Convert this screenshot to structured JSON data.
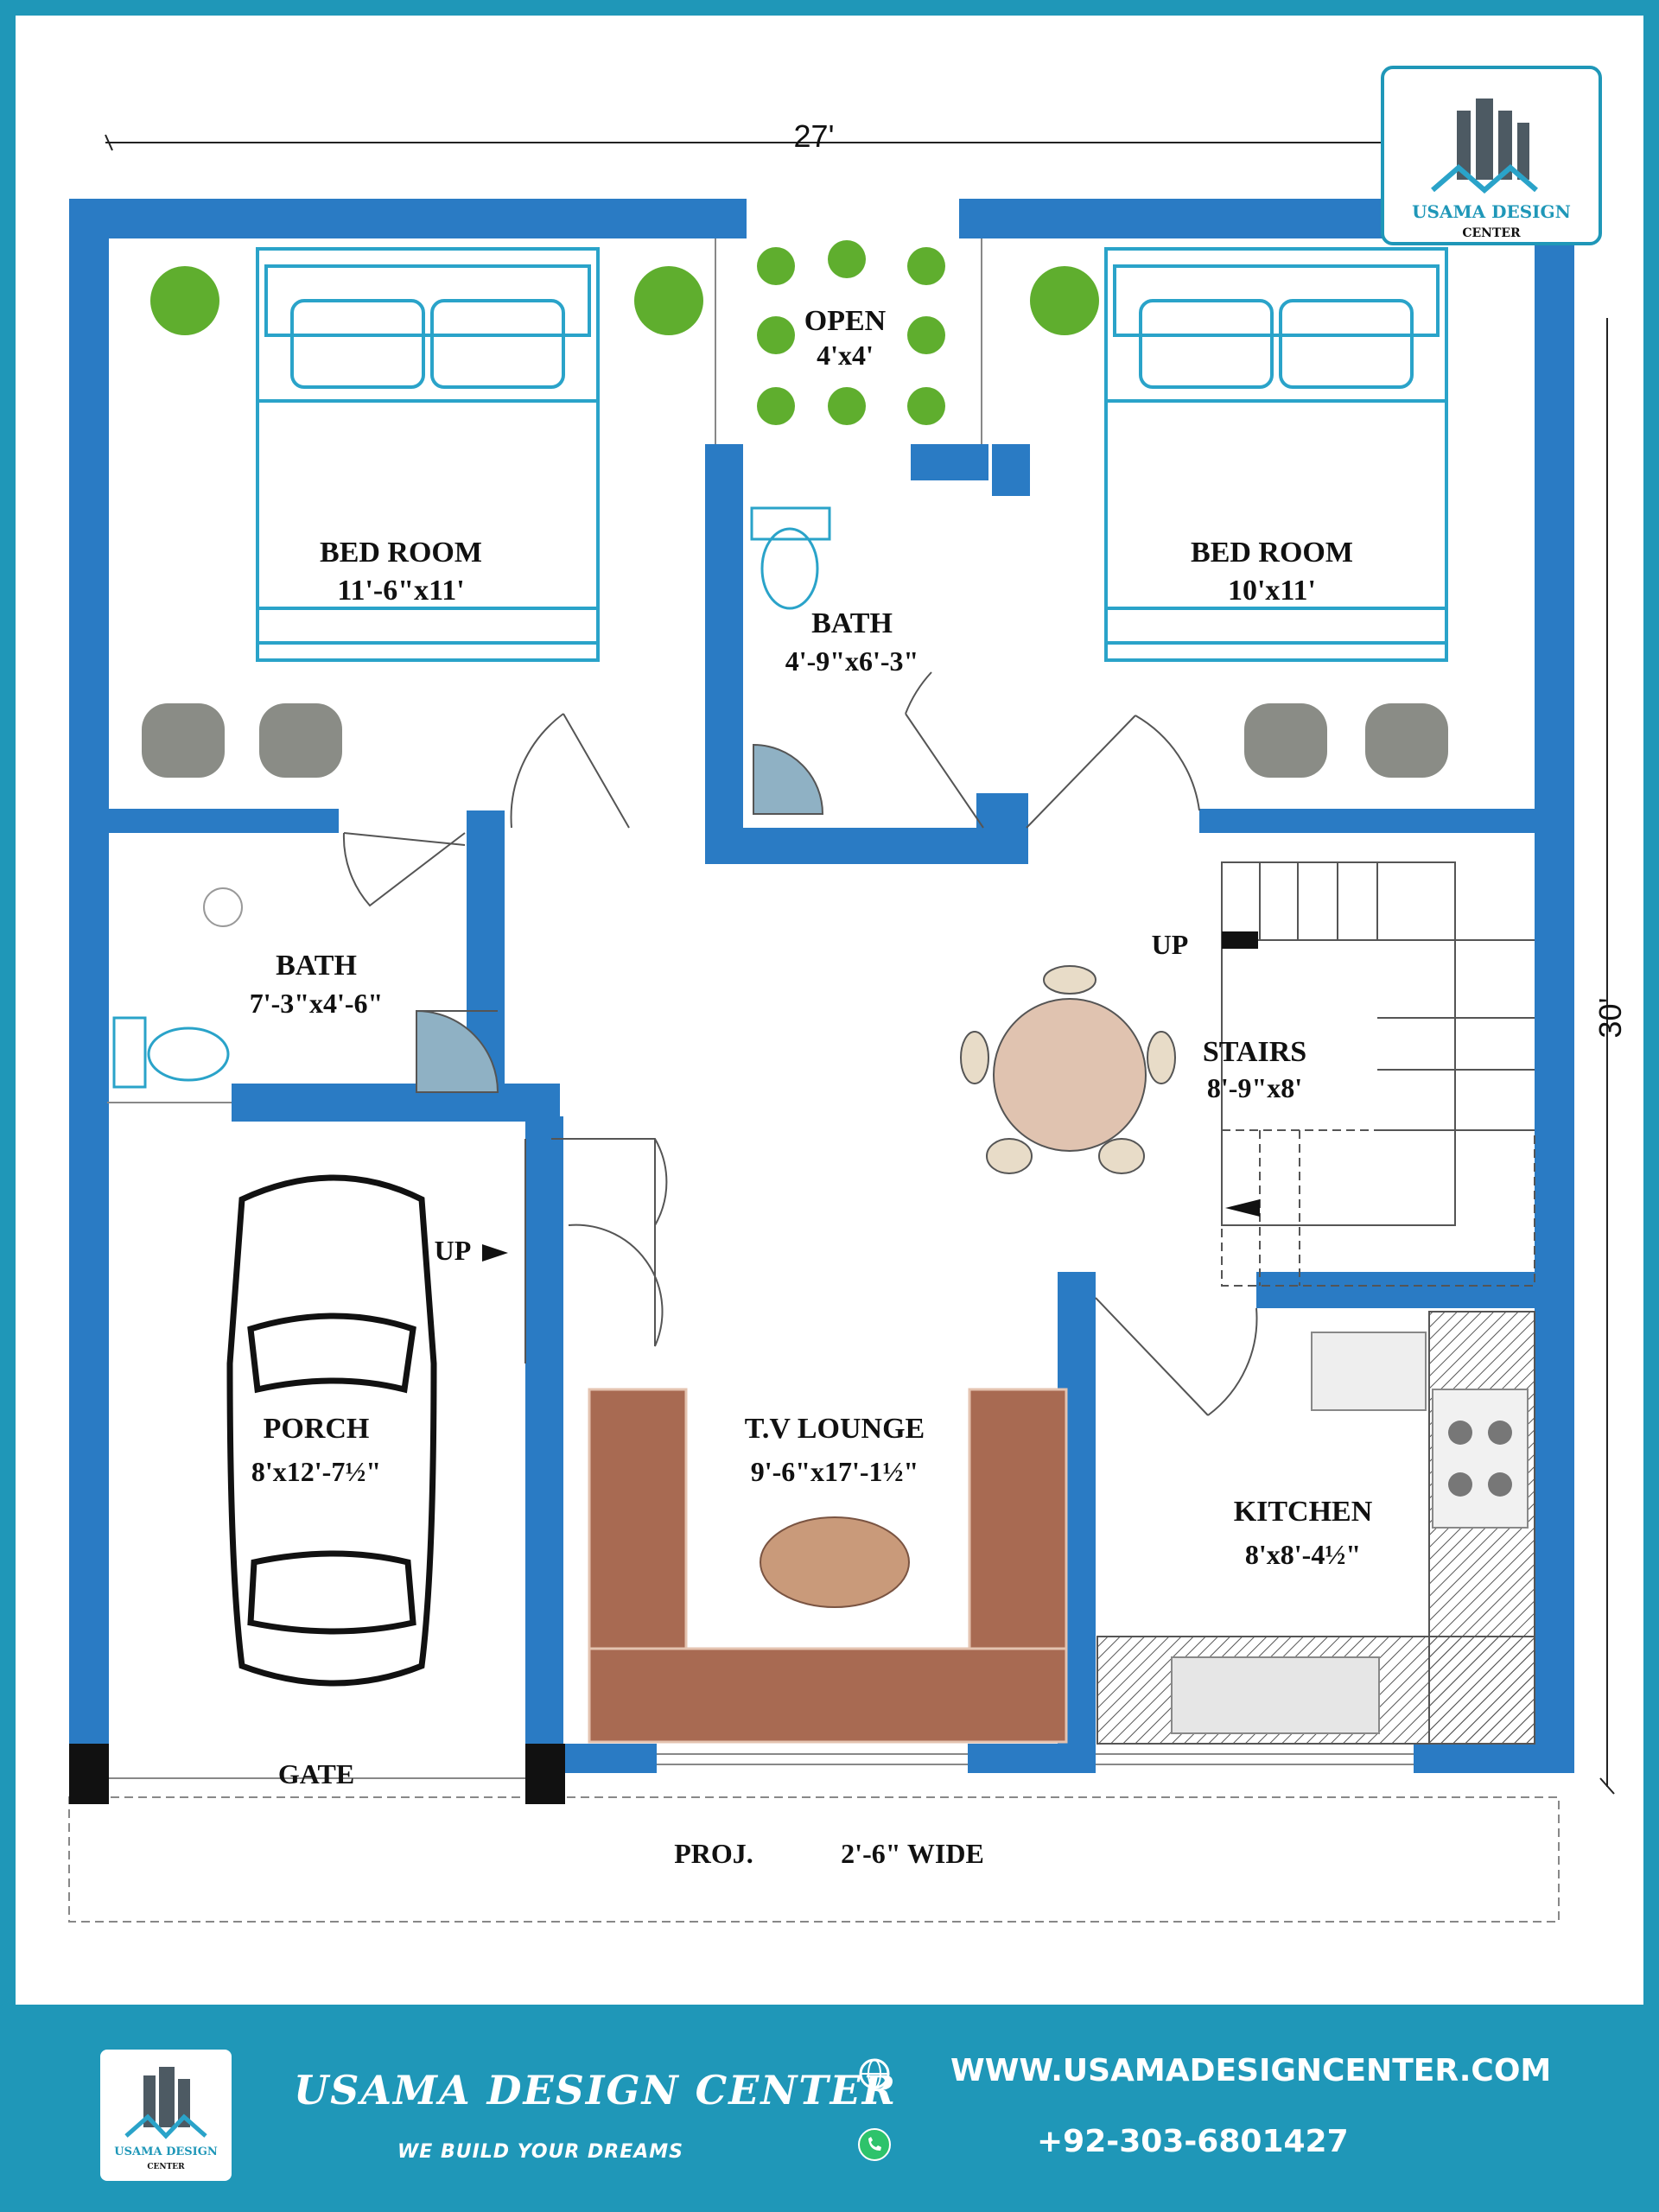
{
  "dimensions": {
    "width": "27'",
    "height": "30'"
  },
  "rooms": {
    "bed_left": {
      "name": "BED ROOM",
      "size": "11'-6\"x11'"
    },
    "bed_right": {
      "name": "BED ROOM",
      "size": "10'x11'"
    },
    "open": {
      "name": "OPEN",
      "size": "4'x4'"
    },
    "bath_center": {
      "name": "BATH",
      "size": "4'-9\"x6'-3\""
    },
    "bath_left": {
      "name": "BATH",
      "size": "7'-3\"x4'-6\""
    },
    "stairs": {
      "name": "STAIRS",
      "size": "8'-9\"x8'"
    },
    "porch": {
      "name": "PORCH",
      "size": "8'x12'-7½\""
    },
    "tv_lounge": {
      "name": "T.V LOUNGE",
      "size": "9'-6\"x17'-1½\""
    },
    "kitchen": {
      "name": "KITCHEN",
      "size": "8'x8'-4½\""
    }
  },
  "labels": {
    "up_stairs": "UP",
    "up_porch": "UP",
    "gate": "GATE",
    "proj": "PROJ.",
    "proj_width": "2'-6\"  WIDE"
  },
  "logo": {
    "line1": "USAMA DESIGN",
    "line2": "CENTER"
  },
  "footer": {
    "brand": "USAMA DESIGN CENTER",
    "tagline": "WE BUILD YOUR DREAMS",
    "website": "WWW.USAMADESIGNCENTER.COM",
    "phone": "+92-303-6801427",
    "logo_line1": "USAMA DESIGN",
    "logo_line2": "CENTER",
    "web_icon": "globe-icon",
    "phone_icon": "whatsapp-icon"
  },
  "colors": {
    "wall": "#2a7bc4",
    "border": "#1f97b8",
    "furniture": "#2aa3c9",
    "sofa": "#a86a52"
  }
}
